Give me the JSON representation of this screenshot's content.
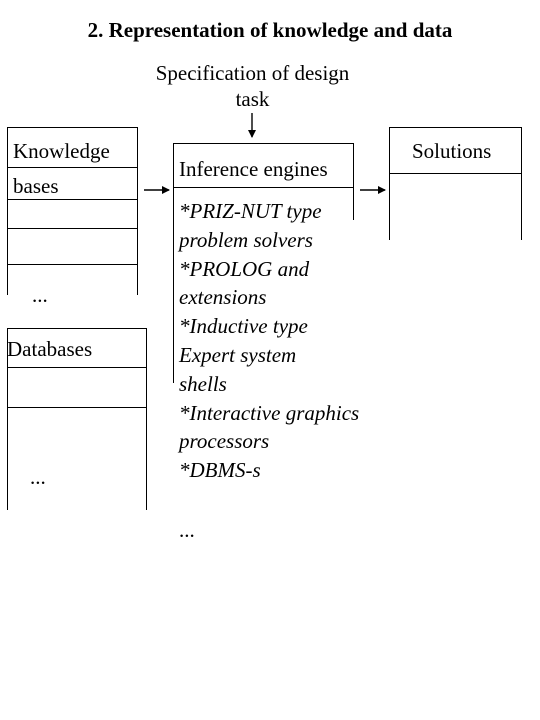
{
  "title": "2. Representation of knowledge and data",
  "specification": {
    "line1": "Specification of design",
    "line2": "task"
  },
  "knowledge_bases": {
    "label1": "Knowledge",
    "label2": "bases",
    "ellipsis": "..."
  },
  "databases": {
    "label": "Databases",
    "ellipsis": "..."
  },
  "inference": {
    "header": "Inference engines",
    "items": [
      "*PRIZ-NUT type",
      "problem solvers",
      "*PROLOG and",
      "extensions",
      "*Inductive type",
      "Expert system",
      "shells",
      "*Interactive graphics",
      "processors",
      "*DBMS-s"
    ],
    "ellipsis": "..."
  },
  "solutions": {
    "label": "Solutions"
  }
}
